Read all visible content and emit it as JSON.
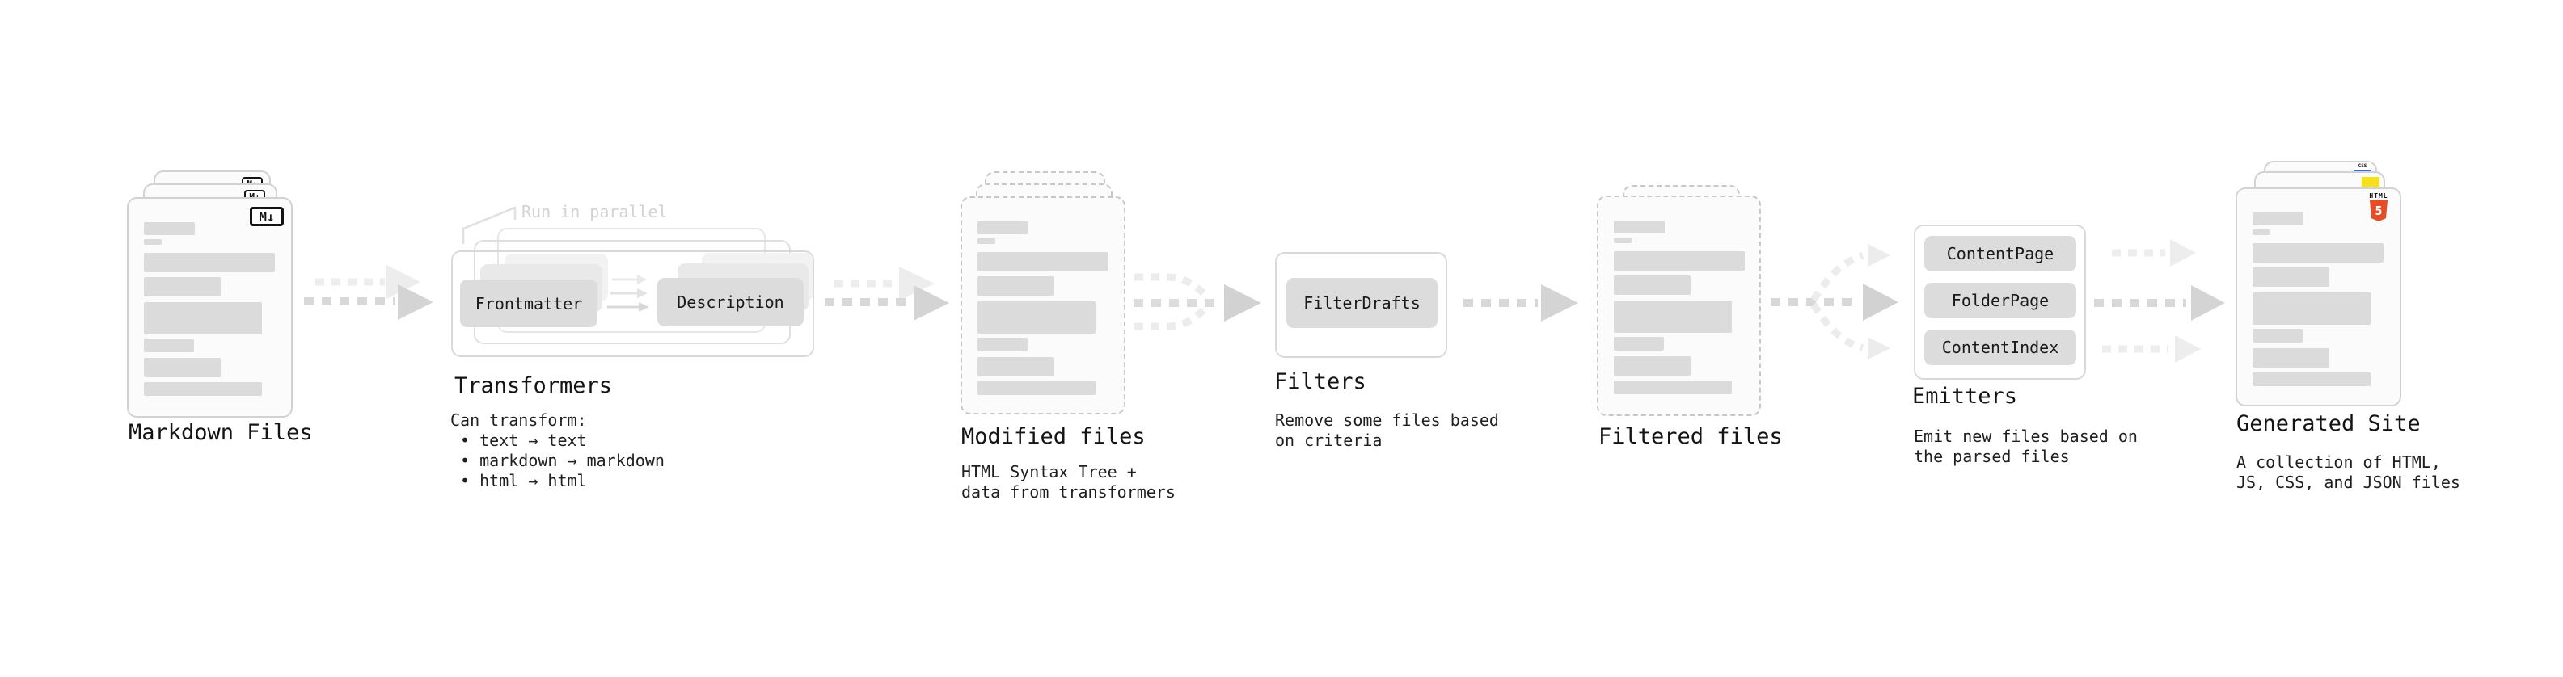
{
  "stages": {
    "markdown": {
      "title": "Markdown Files",
      "badge": "M↓"
    },
    "transformers": {
      "note": "Run in parallel",
      "pill_left": "Frontmatter",
      "pill_right": "Description",
      "title": "Transformers",
      "desc_lines": [
        "Can transform:",
        " • text → text",
        " • markdown → markdown",
        " • html → html"
      ]
    },
    "modified": {
      "title": "Modified files",
      "sub_lines": [
        "HTML Syntax Tree +",
        "data from transformers"
      ]
    },
    "filters": {
      "pill": "FilterDrafts",
      "title": "Filters",
      "sub_lines": [
        "Remove some files based",
        "on criteria"
      ]
    },
    "filtered": {
      "title": "Filtered files"
    },
    "emitters": {
      "pills": [
        "ContentPage",
        "FolderPage",
        "ContentIndex"
      ],
      "title": "Emitters",
      "sub_lines": [
        "Emit new files based on",
        "the parsed files"
      ]
    },
    "generated": {
      "title": "Generated Site",
      "badge_css": "CSS",
      "badge_html": "HTML",
      "badge_five": "5",
      "sub_lines": [
        "A collection of HTML,",
        "JS, CSS, and JSON files"
      ]
    }
  },
  "colors": {
    "arrow_dark": "#d4d4d4",
    "arrow_light": "#ededed",
    "pill_fill": "#dcdcdc",
    "bar_fill": "#dbdbdb",
    "doc_border": "#d2d2d2",
    "note_gray": "#d2d2d2",
    "html5_orange": "#e44d26",
    "js_yellow": "#f7df1e",
    "css_blue": "#2f6df2",
    "text": "#1a1a1a"
  }
}
